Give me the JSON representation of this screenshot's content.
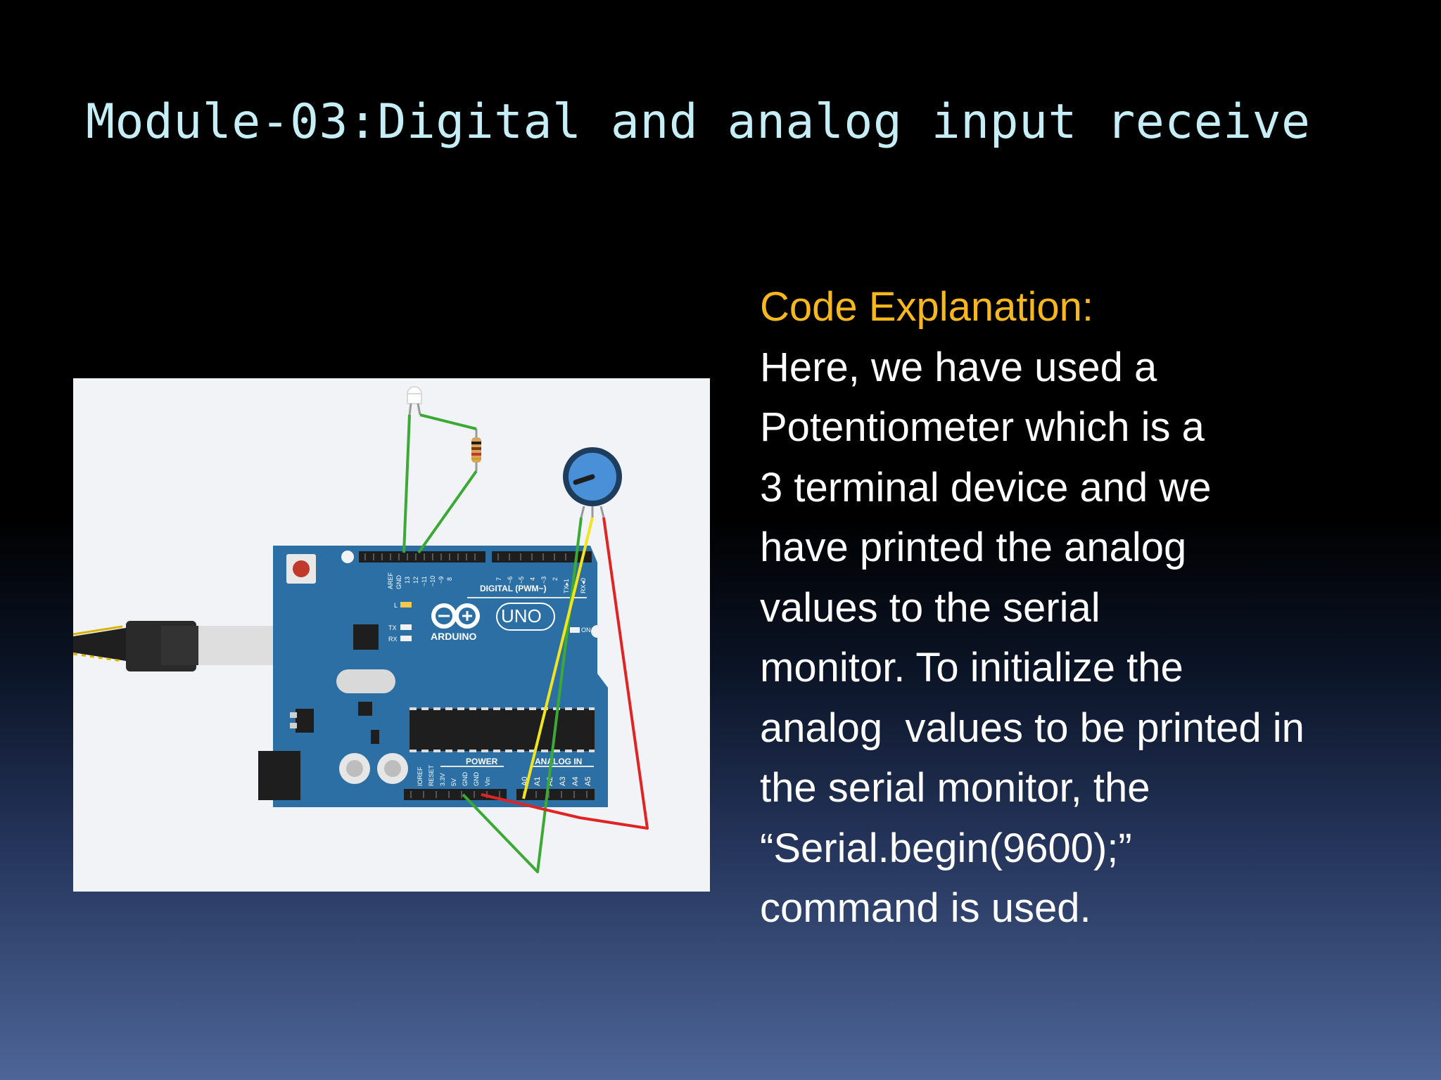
{
  "slide": {
    "title": "Module-03:Digital and analog input receive",
    "heading": "Code Explanation:",
    "lines": [
      "Here, we have used a",
      "Potentiometer which is a",
      "3 terminal device and we",
      "have printed the analog",
      "values to the serial",
      "monitor. To initialize the",
      "analog  values to be printed in",
      "the serial monitor, the",
      "“Serial.begin(9600);”",
      "command is used."
    ]
  },
  "circuit": {
    "digital_header": "DIGITAL (PWM~)",
    "logo": "ARDUINO",
    "model": "UNO",
    "power_label": "POWER",
    "analog_label": "ANALOG IN",
    "on_label": "ON",
    "led_labels": [
      "L",
      "TX",
      "RX"
    ],
    "digital_pins": [
      "AREF",
      "GND",
      "13",
      "12",
      "~11",
      "~10",
      "~9",
      "8",
      "7",
      "~6",
      "~5",
      "4",
      "~3",
      "2",
      "TX▸1",
      "RX◂0"
    ],
    "power_pins": [
      "IOREF",
      "RESET",
      "3.3V",
      "5V",
      "GND",
      "GND",
      "Vin"
    ],
    "analog_pins": [
      "A0",
      "A1",
      "A2",
      "A3",
      "A4",
      "A5"
    ]
  },
  "colors": {
    "title": "#c6eef7",
    "heading": "#f7b71d",
    "body_text": "#ffffff",
    "board": "#2c6fa5",
    "wire_green": "#3aaa35",
    "wire_yellow": "#f2e51e",
    "wire_red": "#e02323"
  }
}
